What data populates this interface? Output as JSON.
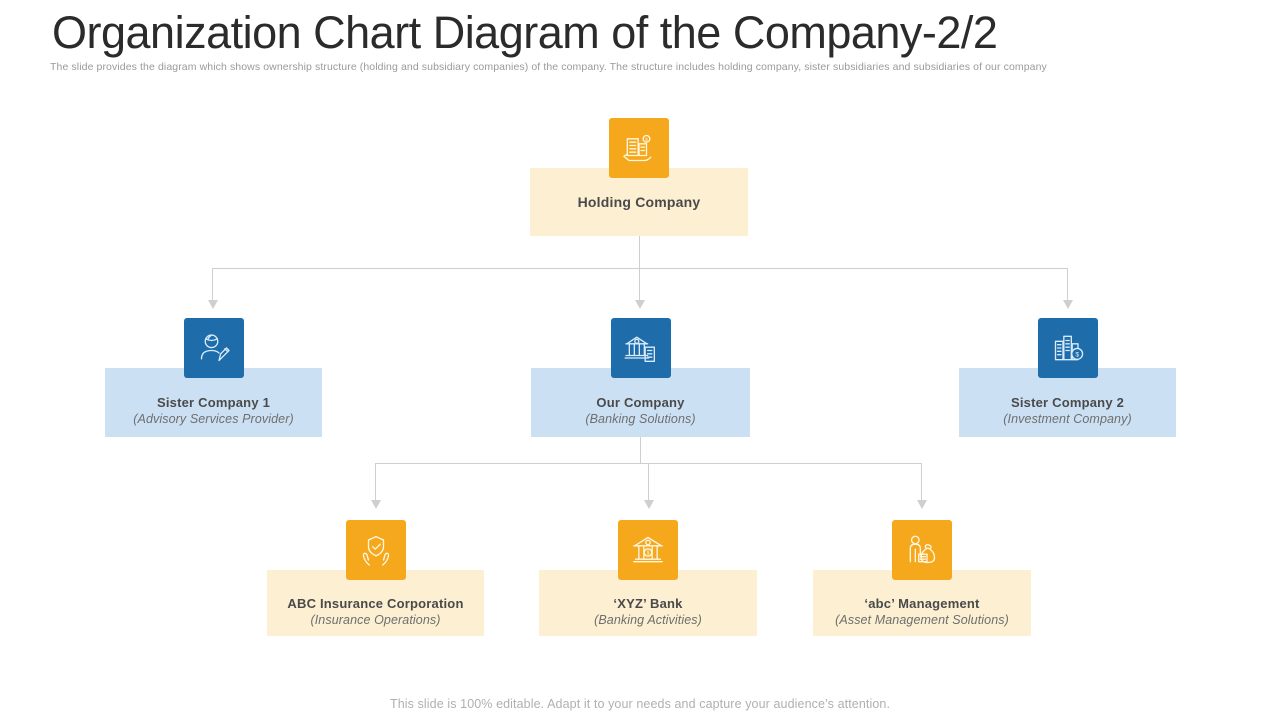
{
  "header": {
    "title": "Organization Chart Diagram of the Company-2/2",
    "subtitle": "The slide provides the diagram which shows ownership structure (holding and subsidiary companies) of the company. The structure includes holding company, sister subsidiaries and subsidiaries of our company"
  },
  "colors": {
    "orange": "#F5A81C",
    "cream": "#FCEFD2",
    "blue_dark": "#1F6CAB",
    "blue_light": "#CCE0F4",
    "connector": "#CFCFCF",
    "title_text": "#2B2B2B",
    "body_text": "#4A4A4A",
    "muted_text": "#9A9A9A"
  },
  "chart": {
    "type": "org-chart",
    "levels": 3,
    "nodes": {
      "holding": {
        "name": "Holding Company",
        "sub": "",
        "icon": "buildings-in-hand-icon",
        "tile_color": "#F5A81C",
        "panel_color": "#FCEFD2"
      },
      "sister1": {
        "name": "Sister Company 1",
        "sub": "(Advisory Services Provider)",
        "icon": "advisor-person-pen-icon",
        "tile_color": "#1F6CAB",
        "panel_color": "#CCE0F4"
      },
      "ourco": {
        "name": "Our Company",
        "sub": "(Banking Solutions)",
        "icon": "bank-building-document-icon",
        "tile_color": "#1F6CAB",
        "panel_color": "#CCE0F4"
      },
      "sister2": {
        "name": "Sister Company 2",
        "sub": "(Investment Company)",
        "icon": "buildings-dollar-coin-icon",
        "tile_color": "#1F6CAB",
        "panel_color": "#CCE0F4"
      },
      "abcins": {
        "name": "ABC Insurance Corporation",
        "sub": "(Insurance Operations)",
        "icon": "shield-check-hands-icon",
        "tile_color": "#F5A81C",
        "panel_color": "#FCEFD2"
      },
      "xyzbank": {
        "name": "‘XYZ’ Bank",
        "sub": "(Banking Activities)",
        "icon": "bank-columns-icon",
        "tile_color": "#F5A81C",
        "panel_color": "#FCEFD2"
      },
      "abcmgmt": {
        "name": "‘abc’ Management",
        "sub": "(Asset Management Solutions)",
        "icon": "person-money-bags-icon",
        "tile_color": "#F5A81C",
        "panel_color": "#FCEFD2"
      }
    },
    "edges": [
      {
        "from": "holding",
        "to": "sister1"
      },
      {
        "from": "holding",
        "to": "ourco"
      },
      {
        "from": "holding",
        "to": "sister2"
      },
      {
        "from": "ourco",
        "to": "abcins"
      },
      {
        "from": "ourco",
        "to": "xyzbank"
      },
      {
        "from": "ourco",
        "to": "abcmgmt"
      }
    ]
  },
  "footer": {
    "note": "This slide is 100% editable. Adapt it to your needs and capture your audience’s attention."
  }
}
